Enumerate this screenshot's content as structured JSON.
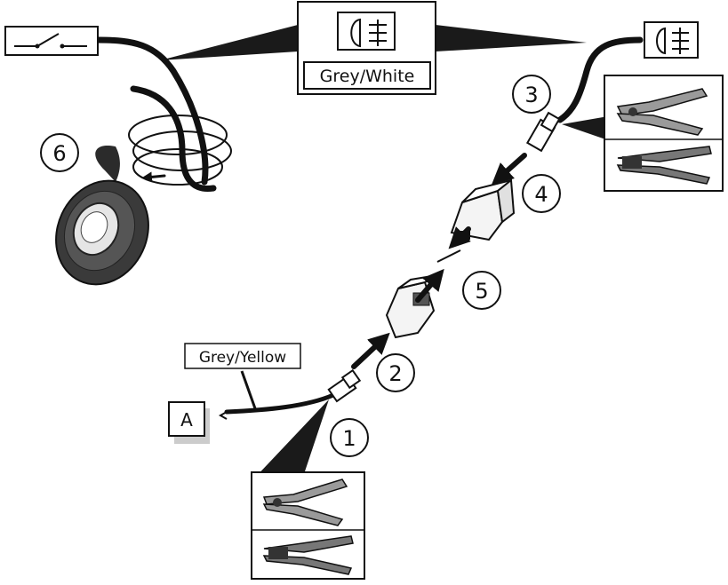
{
  "labels": {
    "wire_top": "Grey/White",
    "wire_bottom": "Grey/Yellow",
    "connection_point": "A"
  },
  "steps": [
    "1",
    "2",
    "3",
    "4",
    "5",
    "6"
  ],
  "icons": {
    "switch": "switch-icon",
    "fog_lamp": "fog-lamp-icon",
    "crimp_tool": "crimping-pliers-icon",
    "tape": "insulating-tape-icon"
  }
}
